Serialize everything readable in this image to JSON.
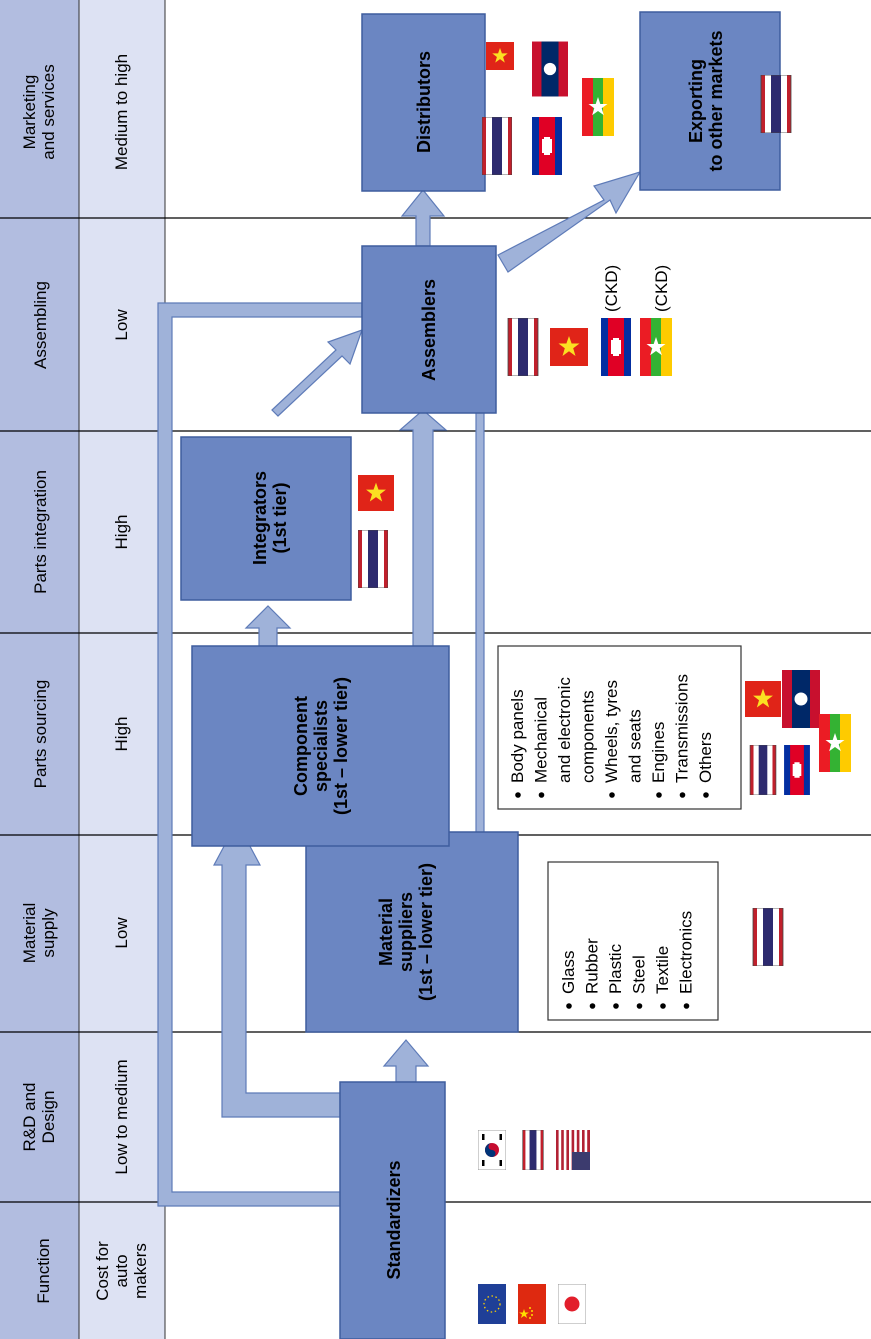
{
  "header": {
    "row_function": "Function",
    "row_cost": "Cost for auto makers",
    "stages": [
      {
        "function": "R&D and Design",
        "cost": "Low to medium"
      },
      {
        "function": "Material supply",
        "cost": "Low"
      },
      {
        "function": "Parts sourcing",
        "cost": "High"
      },
      {
        "function": "Parts integration",
        "cost": "High"
      },
      {
        "function": "Assembling",
        "cost": "Low"
      },
      {
        "function": "Marketing and services",
        "cost": "Medium to high"
      }
    ]
  },
  "boxes": {
    "standardizers": "Standardizers",
    "material_suppliers": [
      "Material",
      "suppliers",
      "(1st – lower tier)"
    ],
    "component_specialists": [
      "Component",
      "specialists",
      "(1st – lower tier)"
    ],
    "integrators": [
      "Integrators",
      "(1st tier)"
    ],
    "assemblers": "Assemblers",
    "distributors": "Distributors",
    "exporting": [
      "Exporting",
      "to other markets"
    ]
  },
  "lists": {
    "materials": [
      "Glass",
      "Rubber",
      "Plastic",
      "Steel",
      "Textile",
      "Electronics"
    ],
    "components": [
      "Body panels",
      "Mechanical",
      "and electronic",
      "components",
      "Wheels, tyres",
      "and seats",
      "Engines",
      "Transmissions",
      "Others"
    ]
  },
  "ckd_label": "(CKD)",
  "colors": {
    "box_fill": "#6b86c2",
    "arrow_fill": "#9fb2d9",
    "header_fill": "#b2bde0",
    "header_fill_light": "#dde2f3"
  },
  "flags": [
    "European Union",
    "China",
    "Japan",
    "South Korea",
    "Thailand",
    "United States",
    "Vietnam",
    "Laos",
    "Myanmar",
    "Cambodia"
  ]
}
